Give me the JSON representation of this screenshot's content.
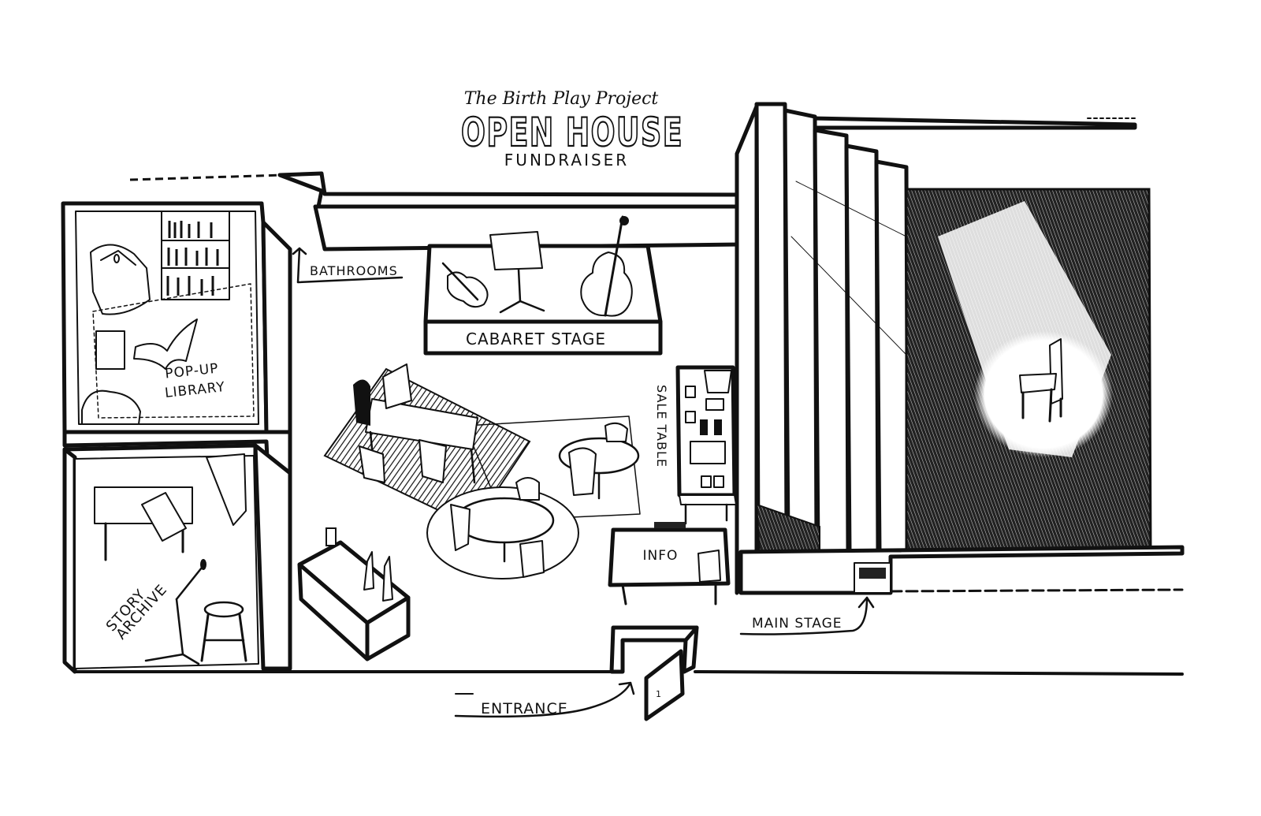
{
  "title": {
    "line1": "The Birth Play Project",
    "line2": "OPEN HOUSE",
    "line3": "FUNDRAISER"
  },
  "areas": {
    "popup_library": [
      "POP-UP",
      "LIBRARY"
    ],
    "story_archive": [
      "STORY",
      "ARCHIVE"
    ],
    "cabaret_stage": "CABARET STAGE",
    "sale_table": "SALE TABLE",
    "info": "INFO",
    "main_stage": "MAIN STAGE",
    "bathrooms": "BATHROOMS",
    "entrance": "ENTRANCE"
  },
  "door_number": "1"
}
